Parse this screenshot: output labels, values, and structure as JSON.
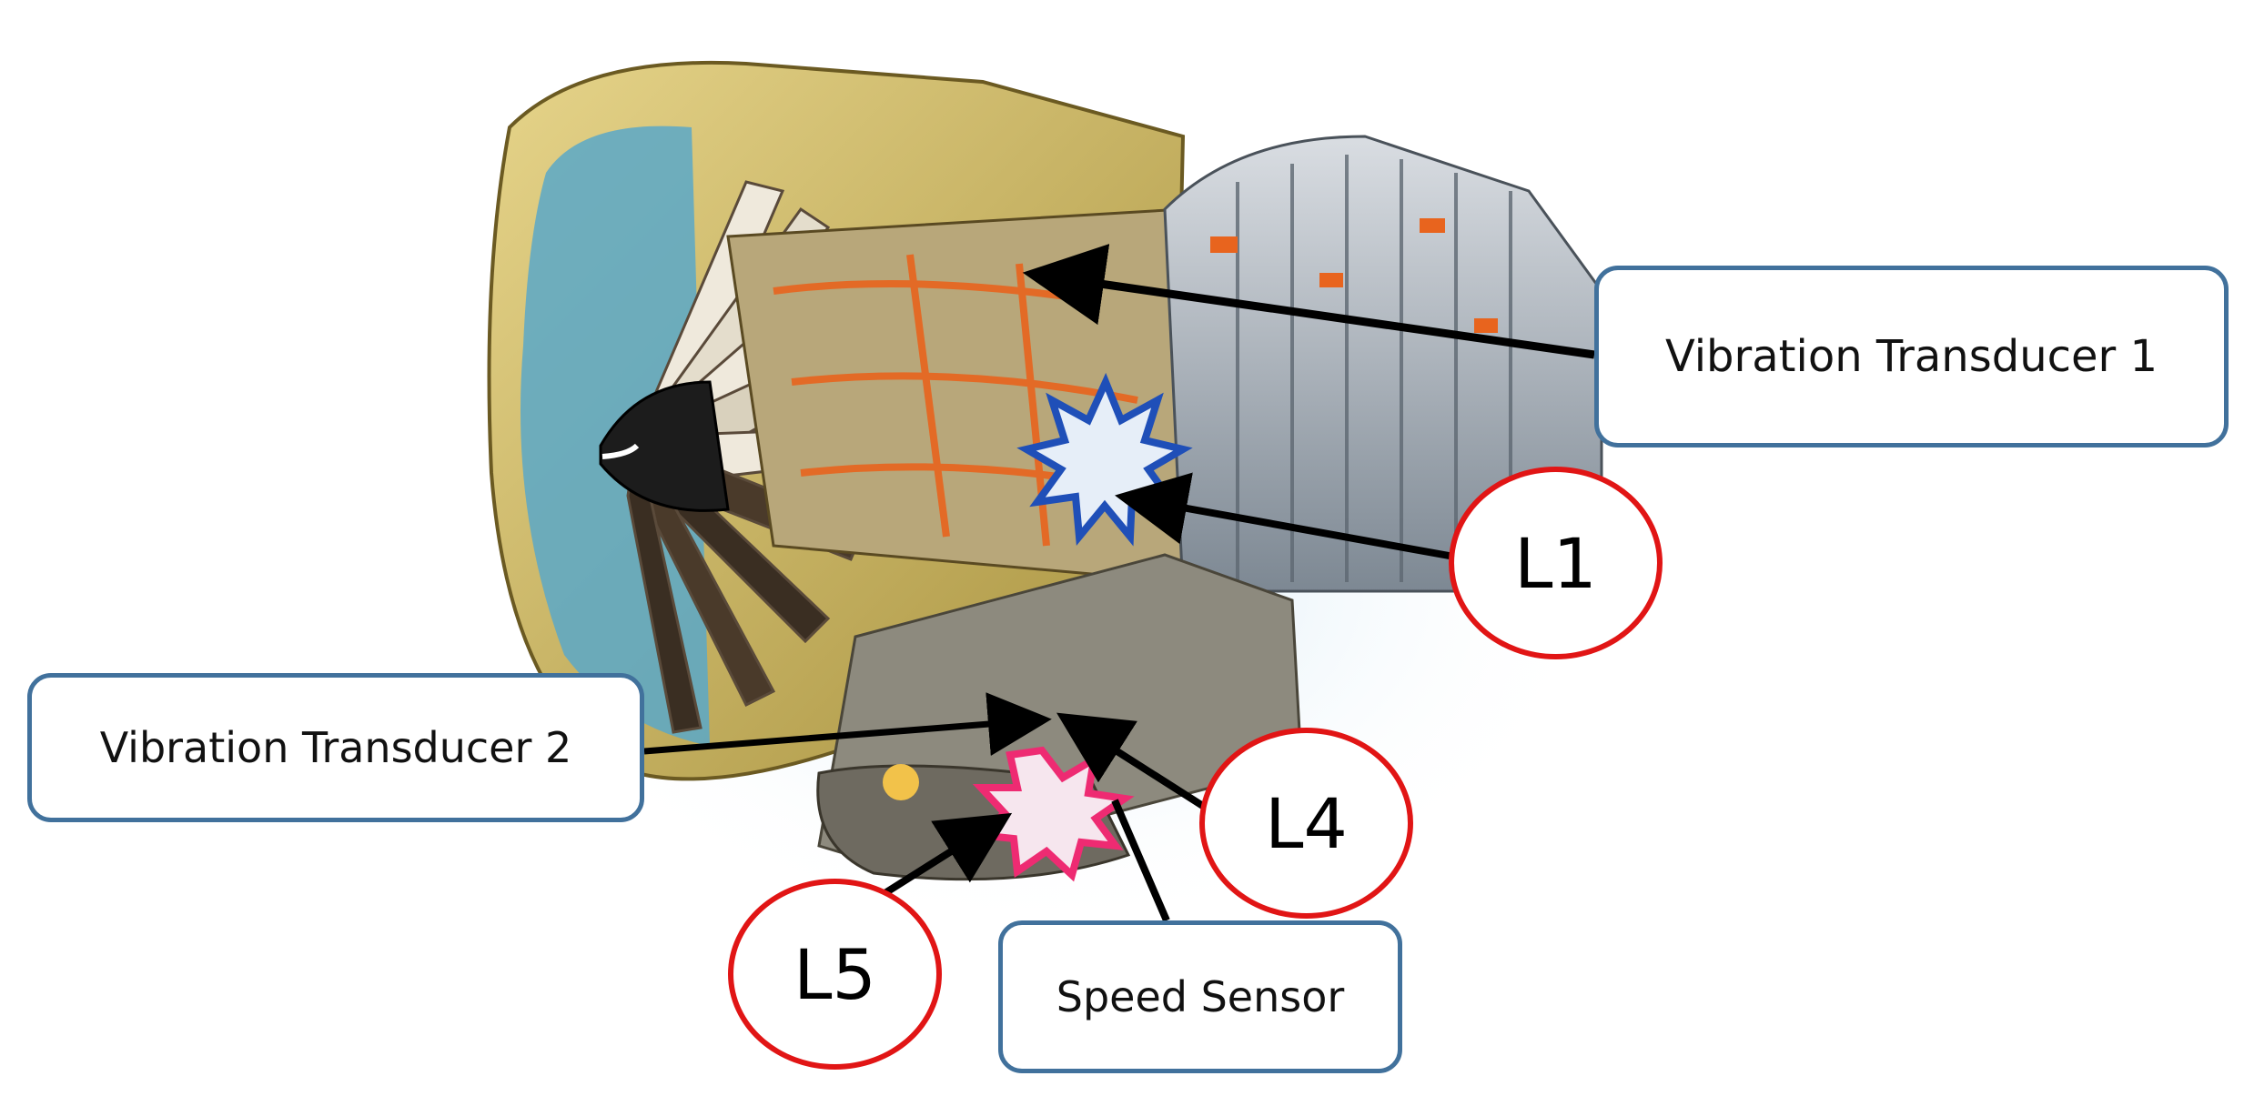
{
  "callouts": {
    "vt1": "Vibration Transducer 1",
    "vt2": "Vibration Transducer 2",
    "speed": "Speed Sensor"
  },
  "locations": {
    "l1": "L1",
    "l4": "L4",
    "l5": "L5"
  },
  "colors": {
    "callout_border": "#41719c",
    "location_border": "#e11515",
    "fault_star_blue": "#1f4fb8",
    "fault_star_pink": "#ee2b72",
    "arrow": "#000000",
    "engine_gold": "#c9b66a",
    "engine_orange": "#e8641e",
    "engine_steel": "#9aa7b3",
    "inlet_blue": "#5aa8c8"
  }
}
